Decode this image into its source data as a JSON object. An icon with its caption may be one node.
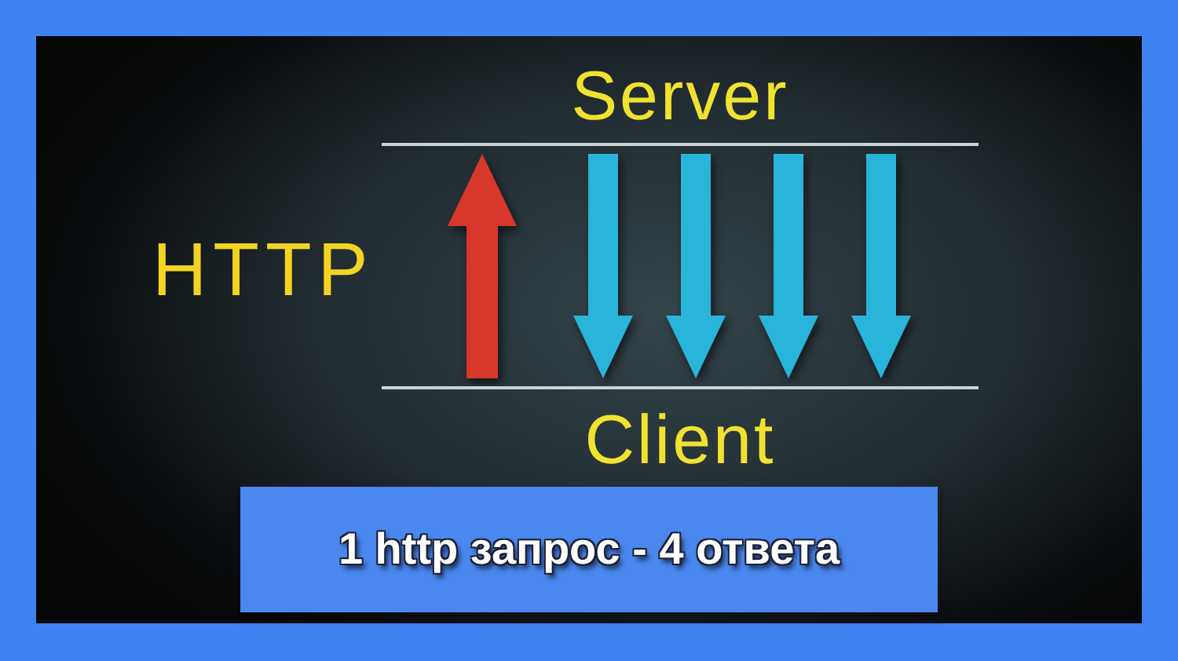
{
  "diagram": {
    "nodes": [
      {
        "text": [
          "Server"
        ]
      },
      {
        "text": [
          "Client"
        ]
      },
      {
        "text": [
          "1 http запрос - 4 ответа"
        ]
      }
    ],
    "edges": [
      {
        "from": 1,
        "to": 0,
        "arrow": "to",
        "color": "#d8372c"
      },
      {
        "from": 0,
        "to": 1,
        "arrow": "to"
      },
      {
        "from": 0,
        "to": 1,
        "arrow": "to"
      },
      {
        "from": 0,
        "to": 1,
        "arrow": "to"
      },
      {
        "from": 0,
        "to": 1,
        "arrow": "to"
      }
    ],
    "labels": [
      "HTTP"
    ]
  }
}
